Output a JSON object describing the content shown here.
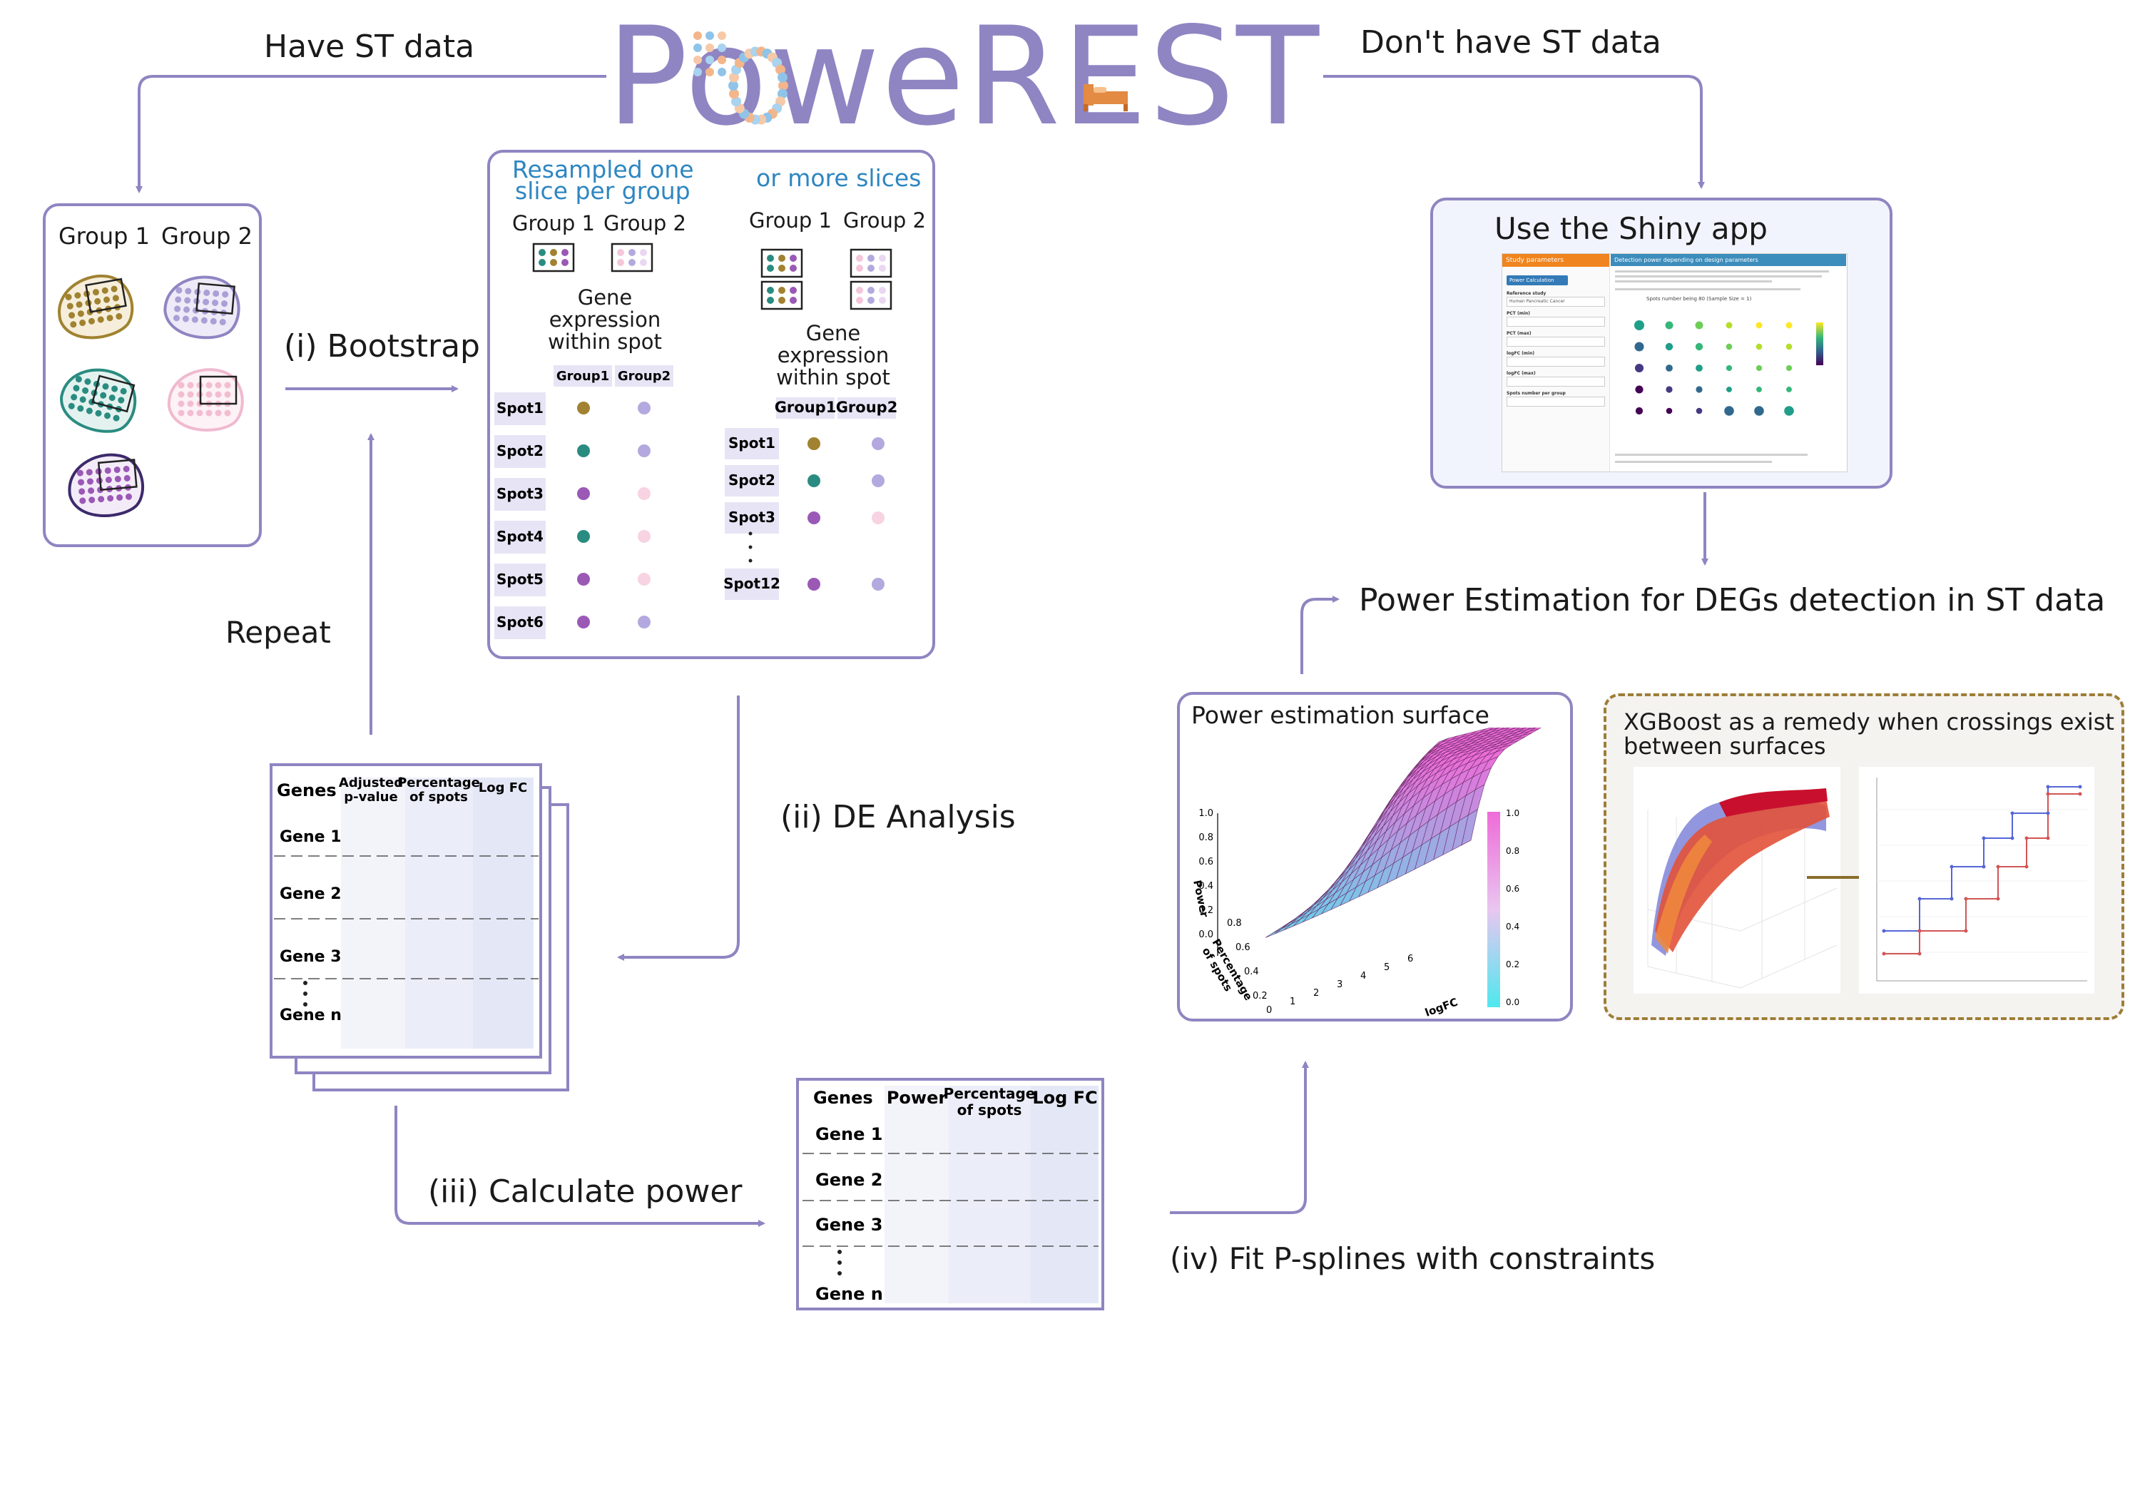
{
  "title": "PoweREST",
  "branches": {
    "have": "Have ST data",
    "dont": "Don't have ST data"
  },
  "groups_panel": {
    "group1": "Group 1",
    "group2": "Group 2"
  },
  "steps": {
    "bootstrap": "(i) Bootstrap",
    "repeat": "Repeat",
    "de": "(ii) DE Analysis",
    "power": "(iii) Calculate power",
    "psplines": "(iv) Fit P-splines with constraints"
  },
  "resample": {
    "one_title_1": "Resampled one",
    "one_title_2": "slice per group",
    "more_title": "or more slices",
    "group1": "Group 1",
    "group2": "Group 2",
    "gene_expr_1": "Gene",
    "gene_expr_2": "expression",
    "gene_expr_3": "within spot",
    "col_g1": "Group1",
    "col_g2": "Group2",
    "spots_left": [
      "Spot1",
      "Spot2",
      "Spot3",
      "Spot4",
      "Spot5",
      "Spot6"
    ],
    "spots_right": [
      "Spot1",
      "Spot2",
      "Spot3",
      "Spot12"
    ]
  },
  "de_table": {
    "headers": [
      "Genes",
      "Adjusted p-value",
      "Percentage of spots",
      "Log FC"
    ],
    "h_adj_1": "Adjusted",
    "h_adj_2": "p-value",
    "h_pct_1": "Percentage",
    "h_pct_2": "of spots",
    "rows": [
      "Gene 1",
      "Gene 2",
      "Gene 3",
      "Gene n"
    ]
  },
  "power_table": {
    "h_genes": "Genes",
    "h_power": "Power",
    "h_pct_1": "Percentage",
    "h_pct_2": "of spots",
    "h_logfc": "Log FC",
    "rows": [
      "Gene 1",
      "Gene 2",
      "Gene 3",
      "Gene n"
    ]
  },
  "shiny": {
    "title": "Use the Shiny app",
    "left_header": "Study parameters",
    "right_header": "Detection power depending on design parameters",
    "button": "Power Calculation",
    "fields": [
      "Reference study",
      "PCT (min)",
      "PCT (max)",
      "logFC (min)",
      "logFC (max)",
      "Spots number per group"
    ],
    "reference_value": "Human Pancreatic Cancer",
    "plot_title": "Spots number being 80 (Sample Size = 1)"
  },
  "power_estimation": "Power Estimation for DEGs detection in ST data",
  "surface": {
    "title": "Power estimation surface",
    "zlabel": "Power",
    "xlabel": "logFC",
    "ylabel_1": "Percentage",
    "ylabel_2": "of spots",
    "z_ticks": [
      "1.0",
      "0.8",
      "0.6",
      "0.4",
      "0.2",
      "0.0"
    ],
    "x_ticks": [
      "0",
      "1",
      "2",
      "3",
      "4",
      "5",
      "6"
    ],
    "y_ticks": [
      "0.8",
      "0.6",
      "0.4",
      "0.2"
    ],
    "legend_ticks": [
      "1.0",
      "0.8",
      "0.6",
      "0.4",
      "0.2",
      "0.0"
    ]
  },
  "xgboost": {
    "title_1": "XGBoost as a remedy when crossings exist",
    "title_2": "between surfaces"
  },
  "colors": {
    "accent": "#8f85c2",
    "blue_text": "#2e86c1",
    "brown": "#a08230",
    "teal": "#2a8c80",
    "purple": "#9b59b6",
    "lavender": "#b3a9de",
    "pink": "#f5cfe0"
  }
}
